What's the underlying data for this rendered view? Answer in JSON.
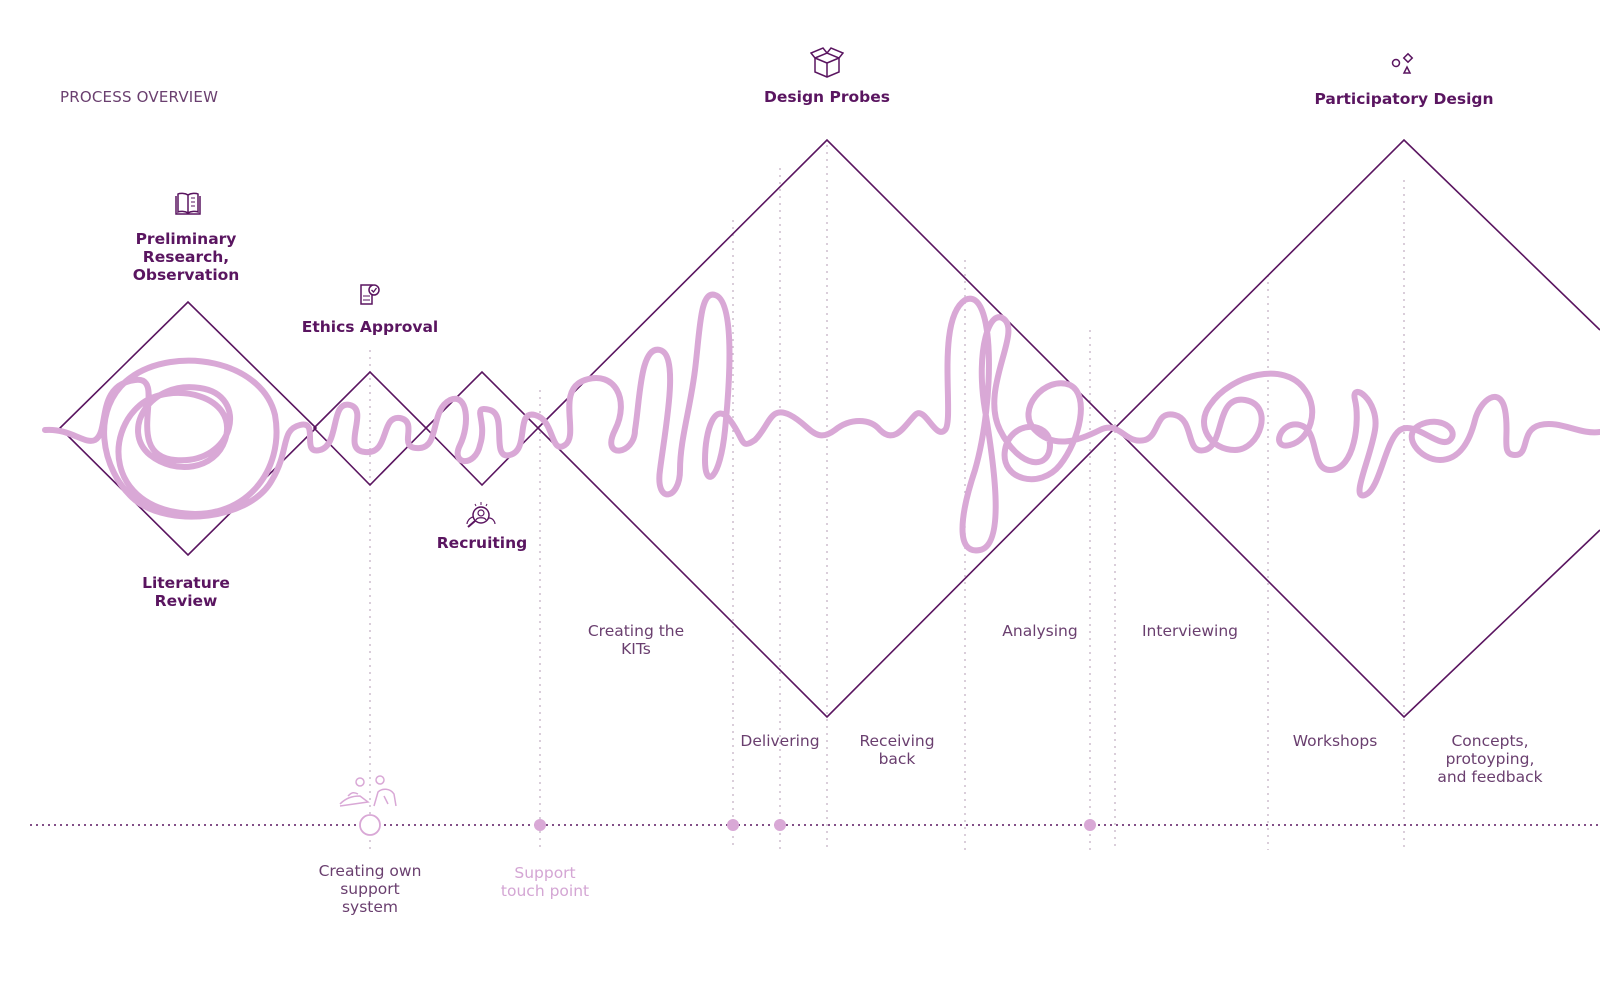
{
  "header": {
    "title": "PROCESS OVERVIEW"
  },
  "colors": {
    "outline": "#5a1560",
    "squiggle": "#d9a8d6",
    "guide": "#c7b3c7",
    "dot": "#d9a8d6",
    "text_pale": "#d4a6d4"
  },
  "phases": {
    "preliminary": {
      "label": "Preliminary\nResearch,\nObservation",
      "icon": "book-icon"
    },
    "literature": {
      "label": "Literature\nReview"
    },
    "ethics": {
      "label": "Ethics Approval",
      "icon": "document-check-icon"
    },
    "recruiting": {
      "label": "Recruiting",
      "icon": "search-people-icon"
    },
    "design_probes": {
      "label": "Design Probes",
      "icon": "box-icon"
    },
    "participatory": {
      "label": "Participatory Design",
      "icon": "shapes-icon"
    }
  },
  "steps": {
    "creating_kits": "Creating the\nKITs",
    "delivering": "Delivering",
    "receiving_back": "Receiving\nback",
    "analysing": "Analysing",
    "interviewing": "Interviewing",
    "workshops": "Workshops",
    "concepts": "Concepts,\nprotoyping,\nand feedback"
  },
  "timeline": {
    "creating_support": "Creating own\nsupport\nsystem",
    "support_touch": "Support\ntouch point",
    "icon": "people-support-icon"
  }
}
